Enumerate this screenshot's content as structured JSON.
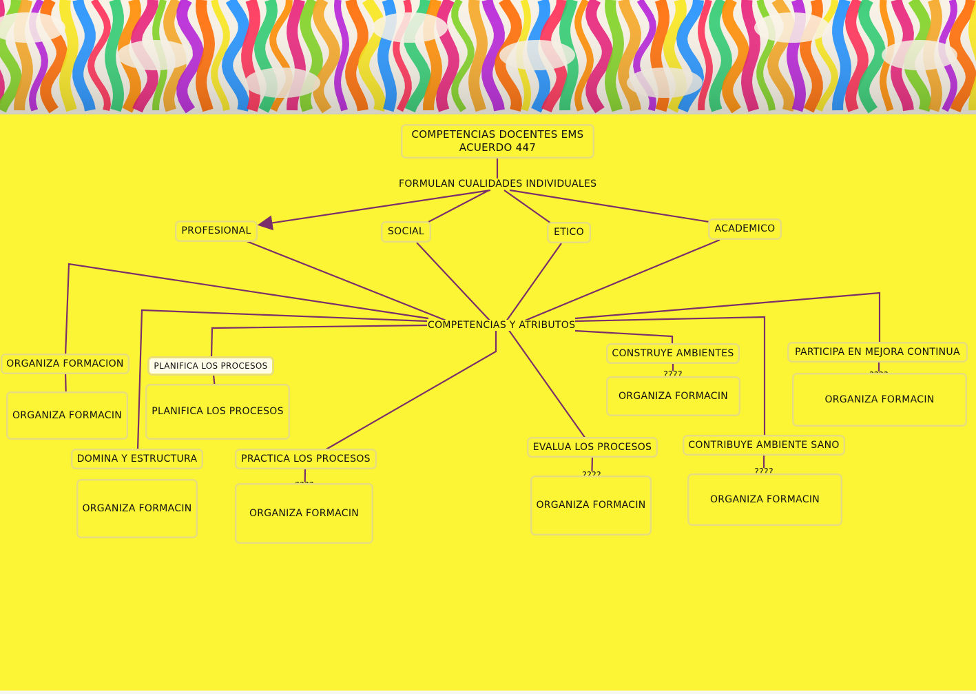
{
  "colors": {
    "background": "#fcf536",
    "edge": "#7a2f6a",
    "node_border": "#e6dc7e"
  },
  "diagram": {
    "title_line1": "COMPETENCIAS DOCENTES EMS",
    "title_line2": "ACUERDO 447",
    "link_main": "FORMULAN CUALIDADES INDIVIDUALES",
    "categories": {
      "profesional": "PROFESIONAL",
      "social": "SOCIAL",
      "etico": "ETICO",
      "academico": "ACADEMICO"
    },
    "hub": "COMPETENCIAS Y ATRIBUTOS",
    "competencies": {
      "organiza": "ORGANIZA FORMACION",
      "planifica": "PLANIFICA LOS PROCESOS",
      "domina": "DOMINA Y ESTRUCTURA",
      "practica": "PRACTICA LOS PROCESOS",
      "evalua": "EVALUA LOS PROCESOS",
      "construye": "CONSTRUYE AMBIENTES",
      "contribuye": "CONTRIBUYE AMBIENTE SANO",
      "participa": "PARTICIPA EN MEJORA CONTINUA"
    },
    "details": {
      "organiza": "ORGANIZA FORMACIN",
      "planifica": "PLANIFICA LOS PROCESOS",
      "domina": "ORGANIZA FORMACIN",
      "practica": "ORGANIZA FORMACIN",
      "evalua": "ORGANIZA FORMACIN",
      "construye": "ORGANIZA FORMACIN",
      "contribuye": "ORGANIZA FORMACIN",
      "participa": "ORGANIZA FORMACIN"
    },
    "link_q": "????"
  }
}
